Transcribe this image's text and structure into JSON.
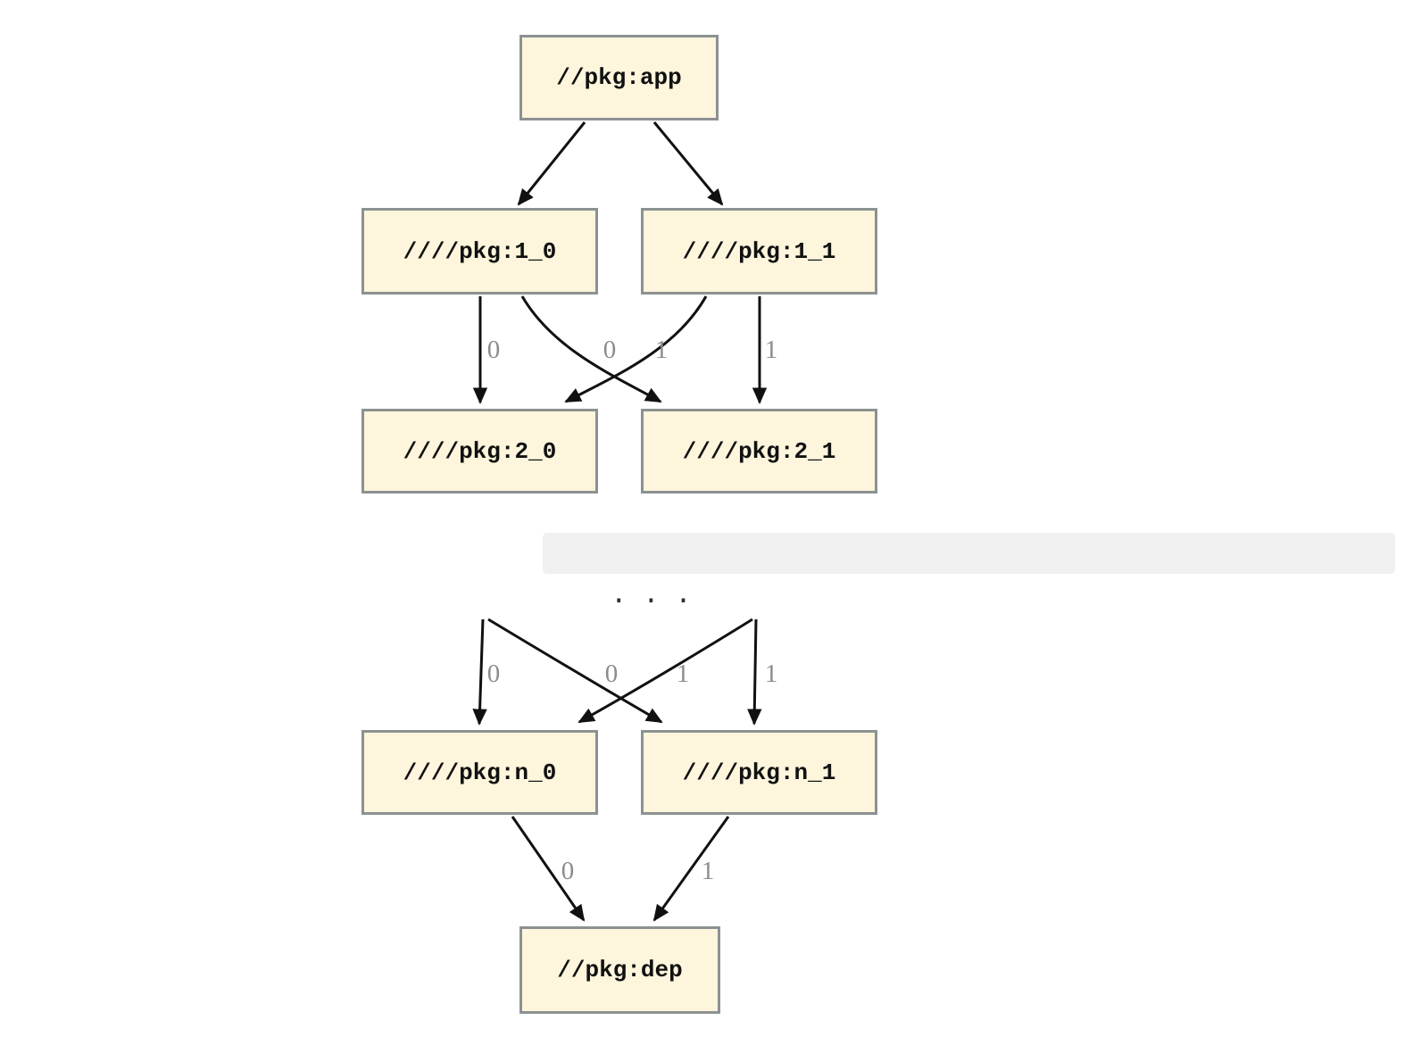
{
  "diagram": {
    "type": "dependency-graph",
    "background_color": "#ffffff",
    "node_fill_color": "#FDF5DC",
    "node_border_color": "#8C9292",
    "node_text_color": "#111111",
    "edge_color": "#111111",
    "edge_label_color": "#8c8c8c",
    "ellipsis_band_color": "#f0f0f0",
    "ellipsis_text": ". . .",
    "nodes": {
      "app": {
        "label": "//pkg:app"
      },
      "l1_0": {
        "label": "////pkg:1_0"
      },
      "l1_1": {
        "label": "////pkg:1_1"
      },
      "l2_0": {
        "label": "////pkg:2_0"
      },
      "l2_1": {
        "label": "////pkg:2_1"
      },
      "ln_0": {
        "label": "////pkg:n_0"
      },
      "ln_1": {
        "label": "////pkg:n_1"
      },
      "dep": {
        "label": "//pkg:dep"
      }
    },
    "edges": [
      {
        "from": "//pkg:app",
        "to": "////pkg:1_0",
        "label": ""
      },
      {
        "from": "//pkg:app",
        "to": "////pkg:1_1",
        "label": ""
      },
      {
        "from": "////pkg:1_0",
        "to": "////pkg:2_0",
        "label": "0"
      },
      {
        "from": "////pkg:1_1",
        "to": "////pkg:2_0",
        "label": "0"
      },
      {
        "from": "////pkg:1_0",
        "to": "////pkg:2_1",
        "label": "1"
      },
      {
        "from": "////pkg:1_1",
        "to": "////pkg:2_1",
        "label": "1"
      },
      {
        "from": "(omitted)",
        "to": "////pkg:n_0",
        "label": "0"
      },
      {
        "from": "(omitted)",
        "to": "////pkg:n_0",
        "label": "0"
      },
      {
        "from": "(omitted)",
        "to": "////pkg:n_1",
        "label": "1"
      },
      {
        "from": "(omitted)",
        "to": "////pkg:n_1",
        "label": "1"
      },
      {
        "from": "////pkg:n_0",
        "to": "//pkg:dep",
        "label": "0"
      },
      {
        "from": "////pkg:n_1",
        "to": "//pkg:dep",
        "label": "1"
      }
    ]
  }
}
